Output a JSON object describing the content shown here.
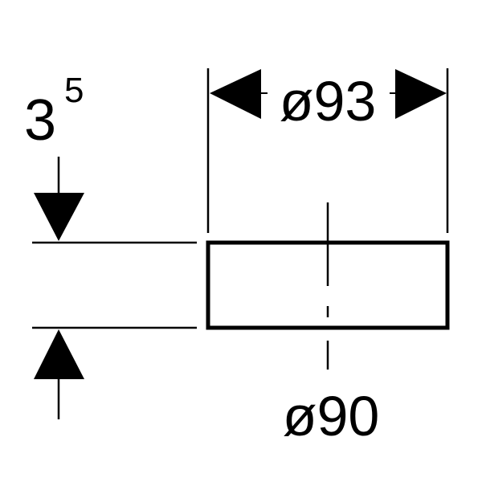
{
  "drawing": {
    "top_dimension": "ø93",
    "bottom_dimension": "ø90",
    "height_dimension_base": "3",
    "height_dimension_superscript": "5",
    "line_color": "#000000",
    "background_color": "#ffffff"
  }
}
